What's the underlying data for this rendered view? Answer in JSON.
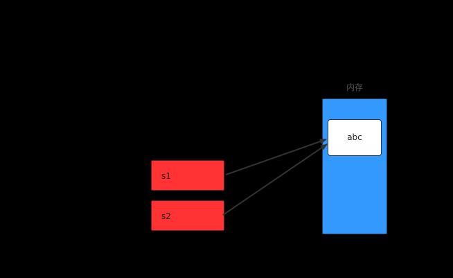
{
  "diagram": {
    "memory": {
      "label": "内存",
      "value": "abc"
    },
    "variables": [
      {
        "name": "s1",
        "color": "#ff3333"
      },
      {
        "name": "s2",
        "color": "#ff3333"
      }
    ],
    "colors": {
      "background": "#000000",
      "memory_fill": "#3399ff",
      "value_fill": "#ffffff",
      "arrow": "#333333"
    }
  }
}
